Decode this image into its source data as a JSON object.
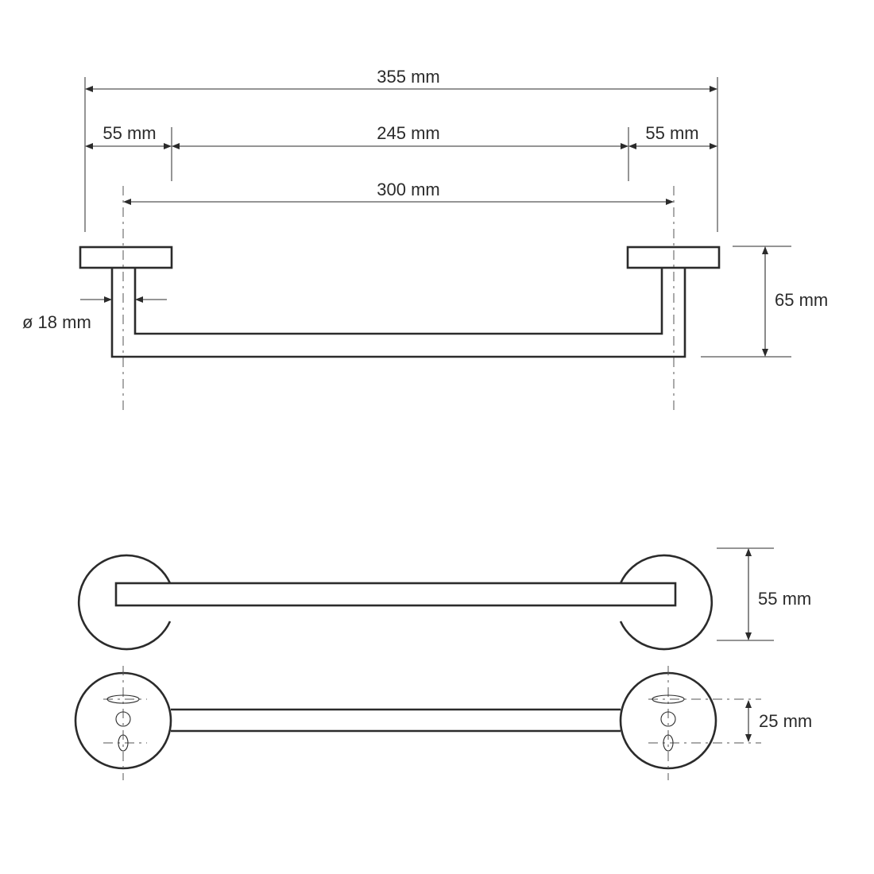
{
  "dimensions": {
    "overall_length": "355 mm",
    "left_base_width": "55 mm",
    "bar_length": "245 mm",
    "right_base_width": "55 mm",
    "center_distance": "300 mm",
    "tube_diameter": "ø 18 mm",
    "projection_depth": "65 mm",
    "base_diameter": "55 mm",
    "mounting_hole_spacing": "25 mm"
  },
  "colors": {
    "line": "#2b2b2b",
    "centerline": "#555555",
    "background": "#ffffff"
  }
}
